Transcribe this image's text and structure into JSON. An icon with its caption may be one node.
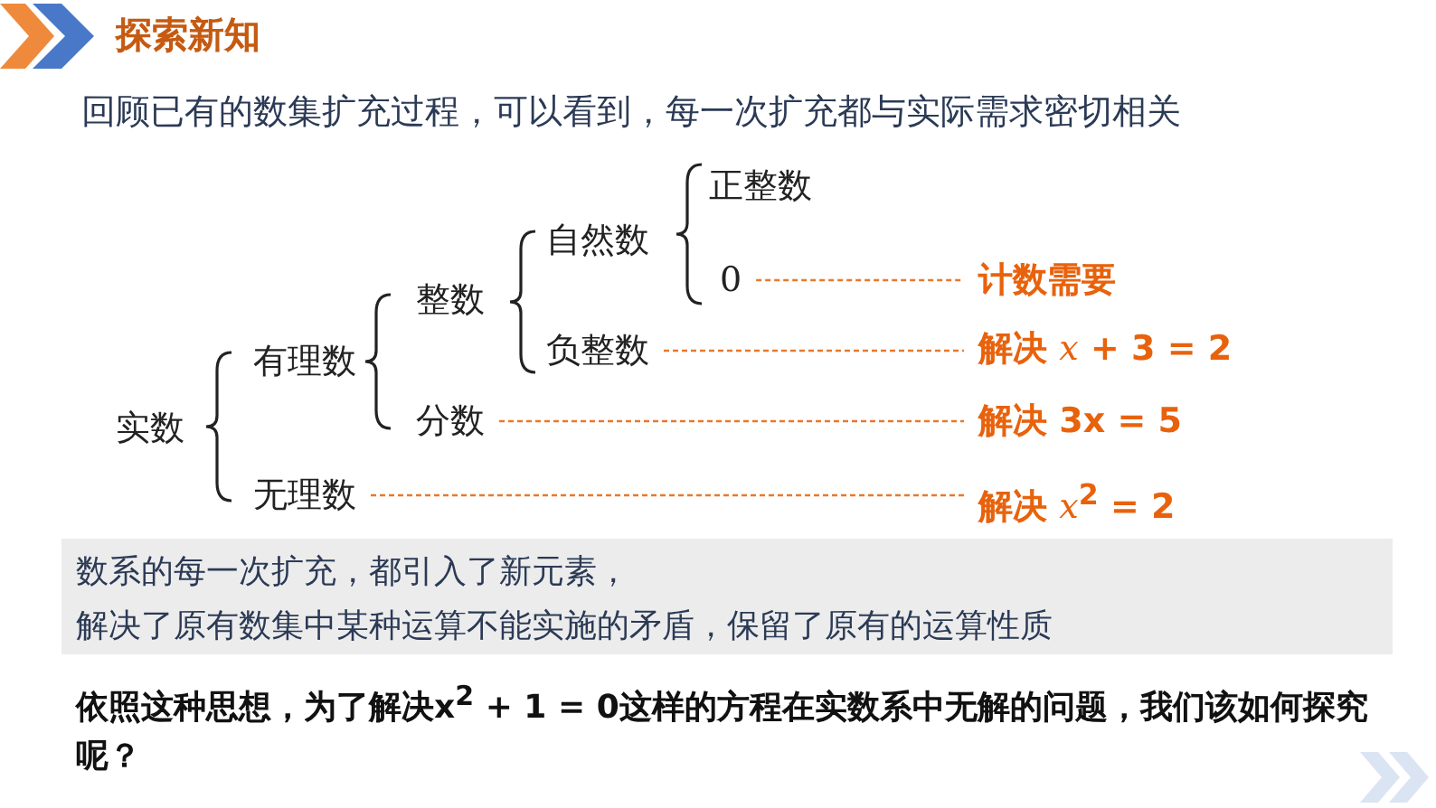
{
  "diagram": {
    "title": "探索新知",
    "nodes": [
      {
        "text": [
          "实数"
        ]
      },
      {
        "text": [
          "有理数"
        ]
      },
      {
        "text": [
          "整数"
        ]
      },
      {
        "text": [
          "自然数"
        ]
      },
      {
        "text": [
          "正整数"
        ]
      },
      {
        "text": [
          "0"
        ]
      },
      {
        "text": [
          "负整数"
        ]
      },
      {
        "text": [
          "分数"
        ]
      },
      {
        "text": [
          "无理数"
        ]
      },
      {
        "text": [
          "计数需要"
        ]
      },
      {
        "text": [
          "解决 *x* + 3 = 2"
        ]
      },
      {
        "text": [
          "解决 3x = 5"
        ]
      },
      {
        "text": [
          "解决 *x*$^{2}$ = 2"
        ]
      }
    ],
    "edges": [
      {
        "from": 5,
        "to": 9,
        "arrow": "none",
        "style": "dashed",
        "color": "#e8792b"
      },
      {
        "from": 6,
        "to": 10,
        "arrow": "none",
        "style": "dashed",
        "color": "#e8792b"
      },
      {
        "from": 7,
        "to": 11,
        "arrow": "none",
        "style": "dashed",
        "color": "#e8792b"
      },
      {
        "from": 8,
        "to": 12,
        "arrow": "none",
        "style": "dashed",
        "color": "#e8792b"
      }
    ],
    "labels": [
      "回顾已有的数集扩充过程，可以看到，每一次扩充都与实际需求密切相关",
      "数系的每一次扩充，都引入了新元素，",
      "解决了原有数集中某种运算不能实施的矛盾，保留了原有的运算性质",
      "依照这种思想，为了解决x$^{2}$ + 1 = 0这样的方程在实数系中无解的问题，我们该如何探究呢？"
    ]
  }
}
